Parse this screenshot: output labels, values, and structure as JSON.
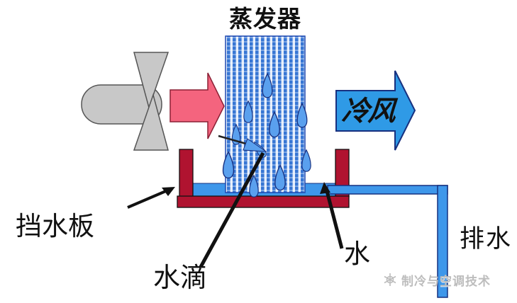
{
  "title": "蒸发器",
  "labels": {
    "cold_wind": "冷风",
    "water_baffle": "挡水板",
    "water_droplet": "水滴",
    "water": "水",
    "drain": "排水"
  },
  "watermark": {
    "logo": "snowflake-logo-icon",
    "text": "制冷与空调技术"
  },
  "colors": {
    "evaporator_blue": "#3776d4",
    "evaporator_gap": "#e4edfb",
    "droplet_blue": "#5aa0ee",
    "water_blue": "#3e97ea",
    "pipe_blue": "#3e97ea",
    "arrow_pink": "#f4647e",
    "arrow_pink_outline": "#8b2035",
    "arrow_blue": "#2f9ae6",
    "outline_navy": "#17307f",
    "pan_red": "#b01330",
    "fan_gray": "#c8c8c8",
    "fan_outline": "#555555",
    "annotation_black": "#111111",
    "label_black": "#111111",
    "watermark_gray": "#bdbdbd"
  }
}
